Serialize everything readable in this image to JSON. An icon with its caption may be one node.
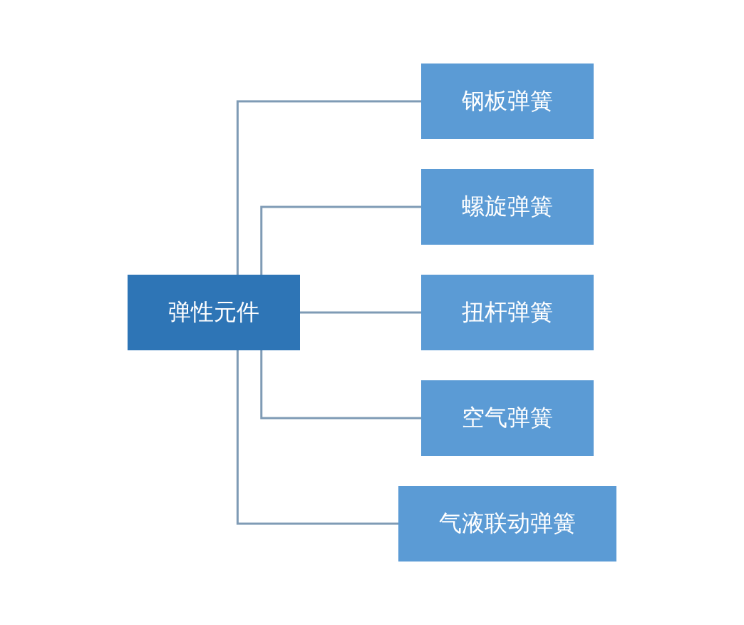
{
  "diagram": {
    "nodes": [
      {
        "text": [
          "弹性元件"
        ]
      },
      {
        "text": [
          "钢板弹簧"
        ]
      },
      {
        "text": [
          "螺旋弹簧"
        ]
      },
      {
        "text": [
          "扭杆弹簧"
        ]
      },
      {
        "text": [
          "空气弹簧"
        ]
      },
      {
        "text": [
          "气液联动弹簧"
        ]
      }
    ],
    "edges": [
      {
        "from": 0,
        "to": 1,
        "arrow": "none"
      },
      {
        "from": 0,
        "to": 2,
        "arrow": "none"
      },
      {
        "from": 0,
        "to": 3,
        "arrow": "none"
      },
      {
        "from": 0,
        "to": 4,
        "arrow": "none"
      },
      {
        "from": 0,
        "to": 5,
        "arrow": "none"
      }
    ]
  }
}
